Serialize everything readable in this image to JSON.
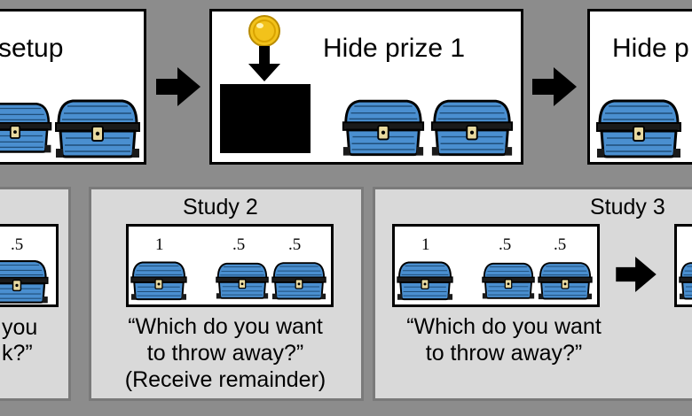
{
  "top_row": {
    "panel_1": {
      "title": "setup"
    },
    "panel_2": {
      "title": "Hide prize 1"
    },
    "panel_3": {
      "title": "Hide p"
    }
  },
  "bottom_row": {
    "study_1": {
      "probs": [
        ".5"
      ],
      "question_line_1": "you",
      "question_line_2": "k?”"
    },
    "study_2": {
      "title": "Study 2",
      "probs": [
        "1",
        ".5",
        ".5"
      ],
      "question_line_1": "“Which do you want",
      "question_line_2": "to throw away?”",
      "note": "(Receive remainder)"
    },
    "study_3": {
      "title": "Study 3",
      "probs": [
        "1",
        ".5",
        ".5"
      ],
      "question_line_1": "“Which do you want",
      "question_line_2": "to throw away?”"
    }
  },
  "icons": {
    "chest": "treasure-chest-icon",
    "coin": "gold-coin-icon",
    "arrow": "right-arrow-icon"
  },
  "colors": {
    "chest_blue": "#4a8fd0",
    "coin_gold": "#f2c21b",
    "panel_gray": "#d9d9d9",
    "background": "#8c8c8c"
  }
}
